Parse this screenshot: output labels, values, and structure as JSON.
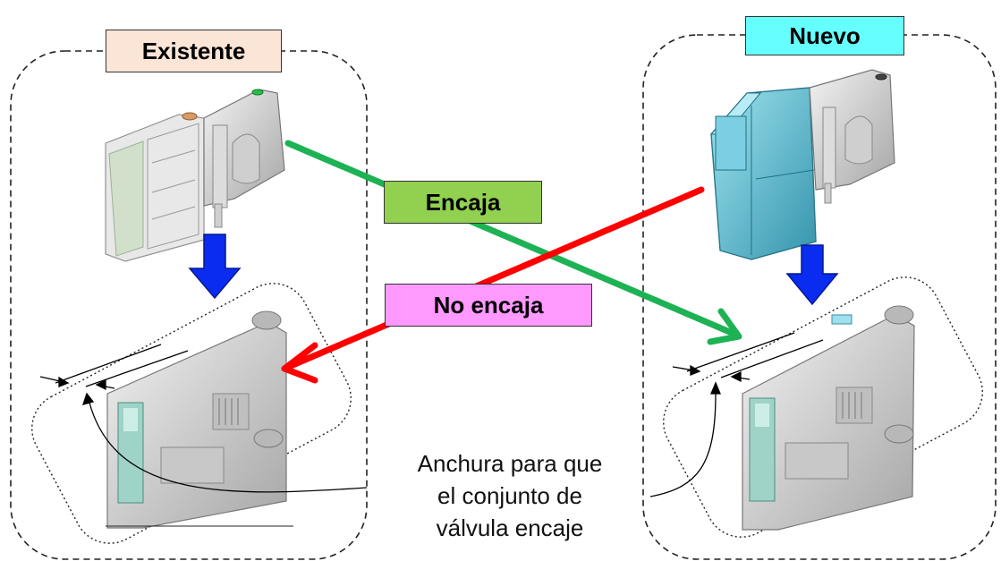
{
  "labels": {
    "existing": "Existente",
    "new": "Nuevo",
    "fits": "Encaja",
    "not_fits": "No encaja"
  },
  "caption_lines": [
    "Anchura para que",
    "el conjunto de",
    "válvula encaje"
  ],
  "colors": {
    "existing_label_bg": "#fbe5d6",
    "new_label_bg": "#66ffff",
    "fits_label_bg": "#92d050",
    "not_fits_label_bg": "#ff99ff",
    "fits_arrow": "#1db254",
    "not_fits_arrow": "#ff0000",
    "down_arrow": "#0a2cf0",
    "new_module": "#5fc3d9"
  }
}
